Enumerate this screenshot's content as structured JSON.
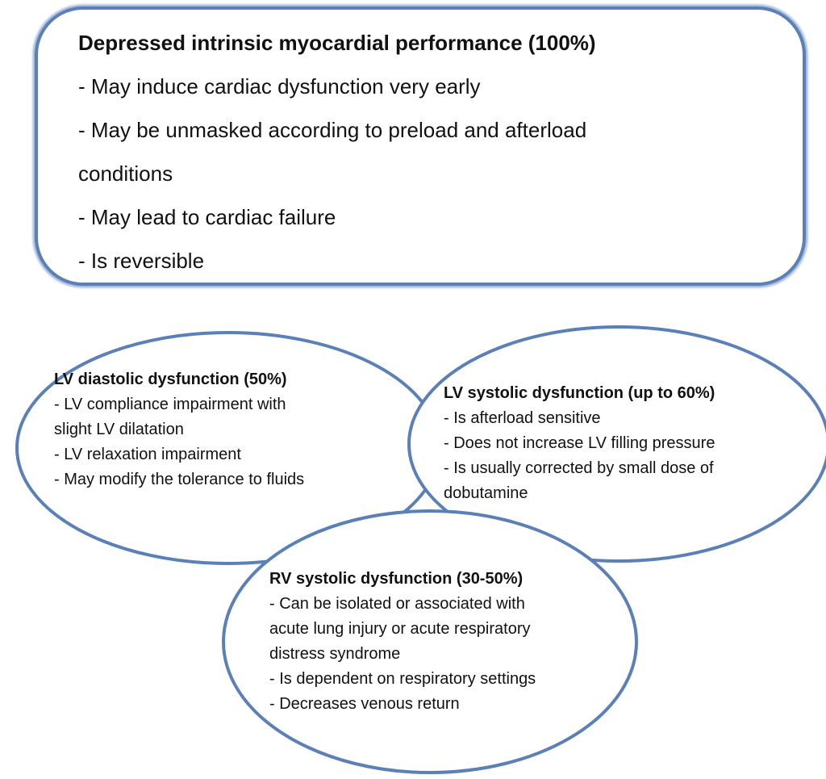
{
  "colors": {
    "outline": "#5b80b8",
    "fill": "#ffffff",
    "text": "#111111"
  },
  "top_box": {
    "title": "Depressed intrinsic myocardial performance (100%)",
    "lines": [
      "- May induce cardiac dysfunction very early",
      "- May be unmasked according to preload and afterload",
      "conditions",
      "- May lead to cardiac failure",
      "- Is reversible"
    ]
  },
  "lv_diastolic": {
    "title": "LV diastolic dysfunction (50%)",
    "lines": [
      "- LV compliance impairment with",
      "slight LV dilatation",
      "- LV relaxation impairment",
      "- May modify the tolerance to fluids"
    ]
  },
  "lv_systolic": {
    "title": "LV systolic dysfunction (up to 60%)",
    "lines": [
      "- Is afterload sensitive",
      "- Does not increase LV filling pressure",
      "- Is usually corrected by small dose of",
      "dobutamine"
    ]
  },
  "rv_systolic": {
    "title": "RV systolic dysfunction (30-50%)",
    "lines": [
      "- Can be isolated or associated with",
      "acute lung injury or acute respiratory",
      "distress syndrome",
      "- Is dependent on respiratory settings",
      "- Decreases venous return"
    ]
  }
}
